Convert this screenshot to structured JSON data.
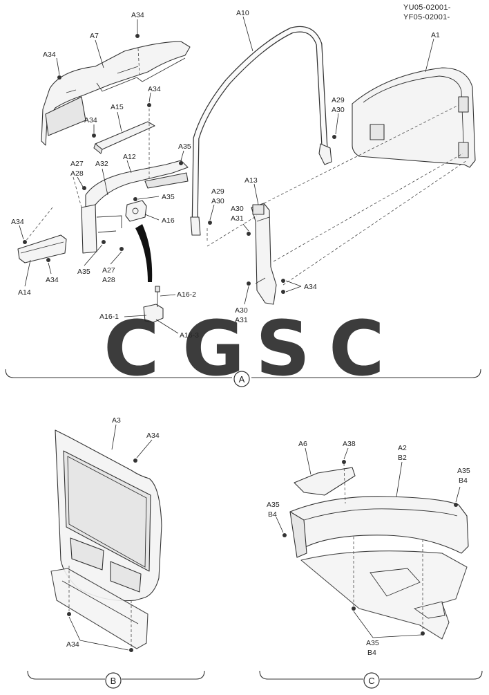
{
  "header": {
    "line1": "YU05-02001-",
    "line2": "YF05-02001-"
  },
  "sections": {
    "a": "A",
    "b": "B",
    "c": "C"
  },
  "watermark": {
    "letters": [
      {
        "char": "C",
        "color": "#5b8ff0"
      },
      {
        "char": "G",
        "color": "#f06b62"
      },
      {
        "char": "S",
        "color": "#f7cf3e"
      },
      {
        "char": "C",
        "color": "#4eb883"
      }
    ]
  },
  "labels": {
    "a34_top": "A34",
    "a7": "A7",
    "a34_left": "A34",
    "a34_mid": "A34",
    "a15": "A15",
    "a34_a15": "A34",
    "a12": "A12",
    "a35_top": "A35",
    "a32": "A32",
    "a27": "A27",
    "a28": "A28",
    "a35_a16": "A35",
    "a16": "A16",
    "a34_a14": "A34",
    "a14": "A14",
    "a34_bot": "A34",
    "a35_bot": "A35",
    "a27b": "A27",
    "a28b": "A28",
    "a16_2": "A16-2",
    "a16_1": "A16-1",
    "a16_3": "A16-3",
    "a10": "A10",
    "a29_top": "A29",
    "a30_top": "A30",
    "a29_mid": "A29",
    "a30_mid": "A30",
    "a13": "A13",
    "a30_a13": "A30",
    "a31_a13": "A31",
    "a30_bot": "A30",
    "a31_bot": "A31",
    "a34_right": "A34",
    "a1": "A1",
    "a3": "A3",
    "a34_a3": "A34",
    "a34_b_bot": "A34",
    "a6": "A6",
    "a38": "A38",
    "a2": "A2",
    "b2": "B2",
    "a35_cr": "A35",
    "b4_cr": "B4",
    "a35_cl": "A35",
    "b4_cl": "B4",
    "a35_cb": "A35",
    "b4_cb": "B4"
  }
}
